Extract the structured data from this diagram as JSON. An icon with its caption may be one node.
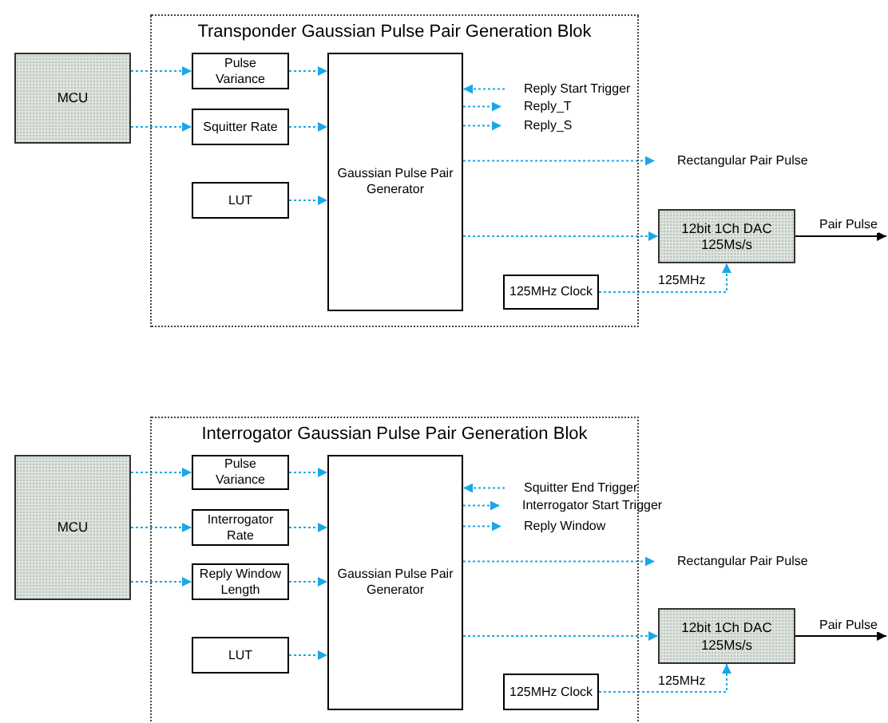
{
  "diagram": {
    "nodes": [
      {
        "text": [
          "Transponder Gaussian Pulse Pair Generation Blok"
        ]
      },
      {
        "text": [
          "MCU"
        ]
      },
      {
        "text": [
          "Pulse Variance"
        ],
        "in": 0
      },
      {
        "text": [
          "Squitter Rate"
        ],
        "in": 0
      },
      {
        "text": [
          "LUT"
        ],
        "in": 0
      },
      {
        "text": [
          "Gaussian Pulse Pair Generator"
        ],
        "in": 0
      },
      {
        "text": [
          "Reply Start Trigger"
        ],
        "in": 0
      },
      {
        "text": [
          "Reply_T"
        ],
        "in": 0
      },
      {
        "text": [
          "Reply_S"
        ],
        "in": 0
      },
      {
        "text": [
          "Rectangular Pair Pulse"
        ]
      },
      {
        "text": [
          "125MHz Clock"
        ],
        "in": 0
      },
      {
        "text": [
          "12bit 1Ch DAC 125Ms/s"
        ]
      },
      {
        "text": [
          "Interrogator Gaussian Pulse Pair Generation Blok"
        ]
      },
      {
        "text": [
          "MCU"
        ]
      },
      {
        "text": [
          "Pulse Variance"
        ],
        "in": 12
      },
      {
        "text": [
          "Interrogator Rate"
        ],
        "in": 12
      },
      {
        "text": [
          "Reply Window Length"
        ],
        "in": 12
      },
      {
        "text": [
          "LUT"
        ],
        "in": 12
      },
      {
        "text": [
          "Gaussian Pulse Pair Generator"
        ],
        "in": 12
      },
      {
        "text": [
          "Squitter End Trigger"
        ],
        "in": 12
      },
      {
        "text": [
          "Interrogator Start Trigger"
        ]
      },
      {
        "text": [
          "Reply Window"
        ],
        "in": 12
      },
      {
        "text": [
          "Rectangular Pair Pulse"
        ]
      },
      {
        "text": [
          "125MHz Clock"
        ],
        "in": 12
      },
      {
        "text": [
          "12bit 1Ch DAC 125Ms/s"
        ]
      }
    ],
    "edges": [
      {
        "from": 1,
        "to": 2,
        "arrow": "to",
        "style": "dashed"
      },
      {
        "from": 1,
        "to": 3,
        "arrow": "to",
        "style": "dashed"
      },
      {
        "from": 2,
        "to": 5,
        "arrow": "to",
        "style": "dashed"
      },
      {
        "from": 3,
        "to": 5,
        "arrow": "to",
        "style": "dashed"
      },
      {
        "from": 4,
        "to": 5,
        "arrow": "to",
        "style": "dashed"
      },
      {
        "from": 6,
        "to": 5,
        "arrow": "to",
        "style": "dashed"
      },
      {
        "from": 5,
        "to": 7,
        "arrow": "to",
        "style": "dashed"
      },
      {
        "from": 5,
        "to": 8,
        "arrow": "to",
        "style": "dashed"
      },
      {
        "from": 5,
        "to": 9,
        "arrow": "to",
        "style": "dashed"
      },
      {
        "from": 5,
        "to": 11,
        "arrow": "to",
        "style": "dashed"
      },
      {
        "from": 10,
        "to": 11,
        "arrow": "to",
        "style": "dashed",
        "label": "125MHz"
      },
      {
        "from": 11,
        "to": null,
        "arrow": "to",
        "color": "#000000",
        "label": "Pair Pulse"
      },
      {
        "from": 13,
        "to": 14,
        "arrow": "to",
        "style": "dashed"
      },
      {
        "from": 13,
        "to": 15,
        "arrow": "to",
        "style": "dashed"
      },
      {
        "from": 13,
        "to": 16,
        "arrow": "to",
        "style": "dashed"
      },
      {
        "from": 14,
        "to": 18,
        "arrow": "to",
        "style": "dashed"
      },
      {
        "from": 15,
        "to": 18,
        "arrow": "to",
        "style": "dashed"
      },
      {
        "from": 16,
        "to": 18,
        "arrow": "to",
        "style": "dashed"
      },
      {
        "from": 17,
        "to": 18,
        "arrow": "to",
        "style": "dashed"
      },
      {
        "from": 19,
        "to": 18,
        "arrow": "to",
        "style": "dashed"
      },
      {
        "from": 18,
        "to": 20,
        "arrow": "to",
        "style": "dashed"
      },
      {
        "from": 18,
        "to": 21,
        "arrow": "to",
        "style": "dashed"
      },
      {
        "from": 18,
        "to": 22,
        "arrow": "to",
        "style": "dashed"
      },
      {
        "from": 18,
        "to": 24,
        "arrow": "to",
        "style": "dashed"
      },
      {
        "from": 23,
        "to": 24,
        "arrow": "to",
        "style": "dashed",
        "label": "125MHz"
      },
      {
        "from": 24,
        "to": null,
        "arrow": "to",
        "color": "#000000",
        "label": "Pair Pulse"
      }
    ]
  }
}
